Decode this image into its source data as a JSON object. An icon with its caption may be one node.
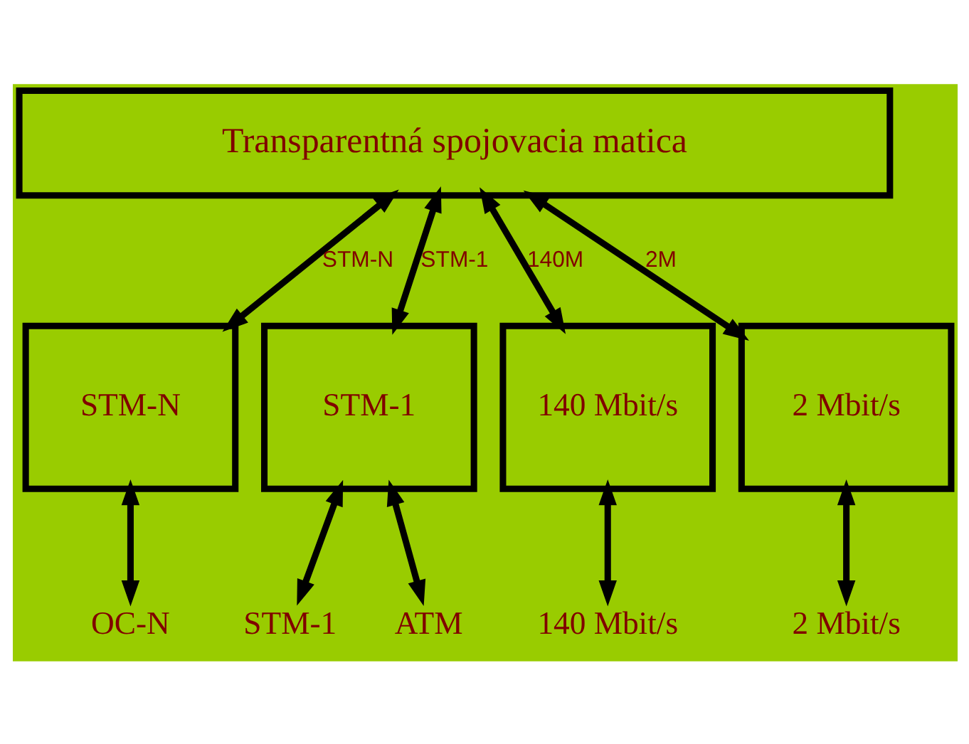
{
  "diagram": {
    "nodes": [
      {
        "text": [
          "Transparentná spojovacia matica"
        ]
      },
      {
        "text": [
          "STM-N"
        ]
      },
      {
        "text": [
          "STM-1"
        ]
      },
      {
        "text": [
          "140 Mbit/s"
        ]
      },
      {
        "text": [
          "2 Mbit/s"
        ]
      },
      {
        "text": [
          "OC-N"
        ]
      },
      {
        "text": [
          "STM-1"
        ]
      },
      {
        "text": [
          "ATM"
        ]
      },
      {
        "text": [
          "140 Mbit/s"
        ]
      },
      {
        "text": [
          "2 Mbit/s"
        ]
      }
    ],
    "edges": [
      {
        "from": 0,
        "to": 1,
        "arrow": "both",
        "label": "STM-N"
      },
      {
        "from": 0,
        "to": 2,
        "arrow": "both",
        "label": "STM-1"
      },
      {
        "from": 0,
        "to": 3,
        "arrow": "both",
        "label": "140M"
      },
      {
        "from": 0,
        "to": 4,
        "arrow": "both",
        "label": "2M"
      },
      {
        "from": 1,
        "to": 5,
        "arrow": "both"
      },
      {
        "from": 2,
        "to": 6,
        "arrow": "both"
      },
      {
        "from": 2,
        "to": 7,
        "arrow": "both"
      },
      {
        "from": 3,
        "to": 8,
        "arrow": "both"
      },
      {
        "from": 4,
        "to": 9,
        "arrow": "both"
      }
    ]
  }
}
